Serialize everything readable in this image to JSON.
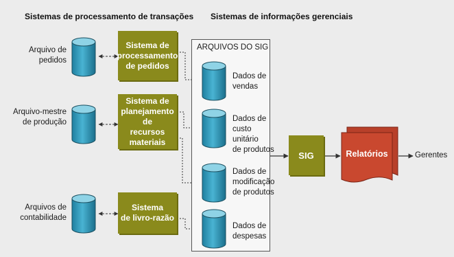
{
  "headers": {
    "transaction_systems": "Sistemas de processamento de transações",
    "management_systems": "Sistemas de informações gerenciais"
  },
  "sources": [
    {
      "label": "Arquivo de\npedidos"
    },
    {
      "label": "Arquivo-mestre\nde produção"
    },
    {
      "label": "Arquivos de\ncontabilidade"
    }
  ],
  "processes": [
    {
      "label": "Sistema de\nprocessamento\nde pedidos"
    },
    {
      "label": "Sistema de\nplanejamento de\nrecursos\nmateriais"
    },
    {
      "label": "Sistema\nde livro-razão"
    }
  ],
  "sig_files": {
    "title": "ARQUIVOS DO SIG",
    "items": [
      {
        "label": "Dados de\nvendas"
      },
      {
        "label": "Dados de\ncusto\nunitário\nde produtos"
      },
      {
        "label": "Dados de\nmodificação\nde produtos"
      },
      {
        "label": "Dados de\ndespesas"
      }
    ]
  },
  "sig": {
    "label": "SIG"
  },
  "reports": {
    "label": "Relatórios"
  },
  "managers": {
    "label": "Gerentes"
  },
  "colors": {
    "process_fill": "#8a8a1c",
    "cylinder_fill": "#3aa0bf",
    "report_fill": "#c9482f",
    "background": "#ececec"
  }
}
